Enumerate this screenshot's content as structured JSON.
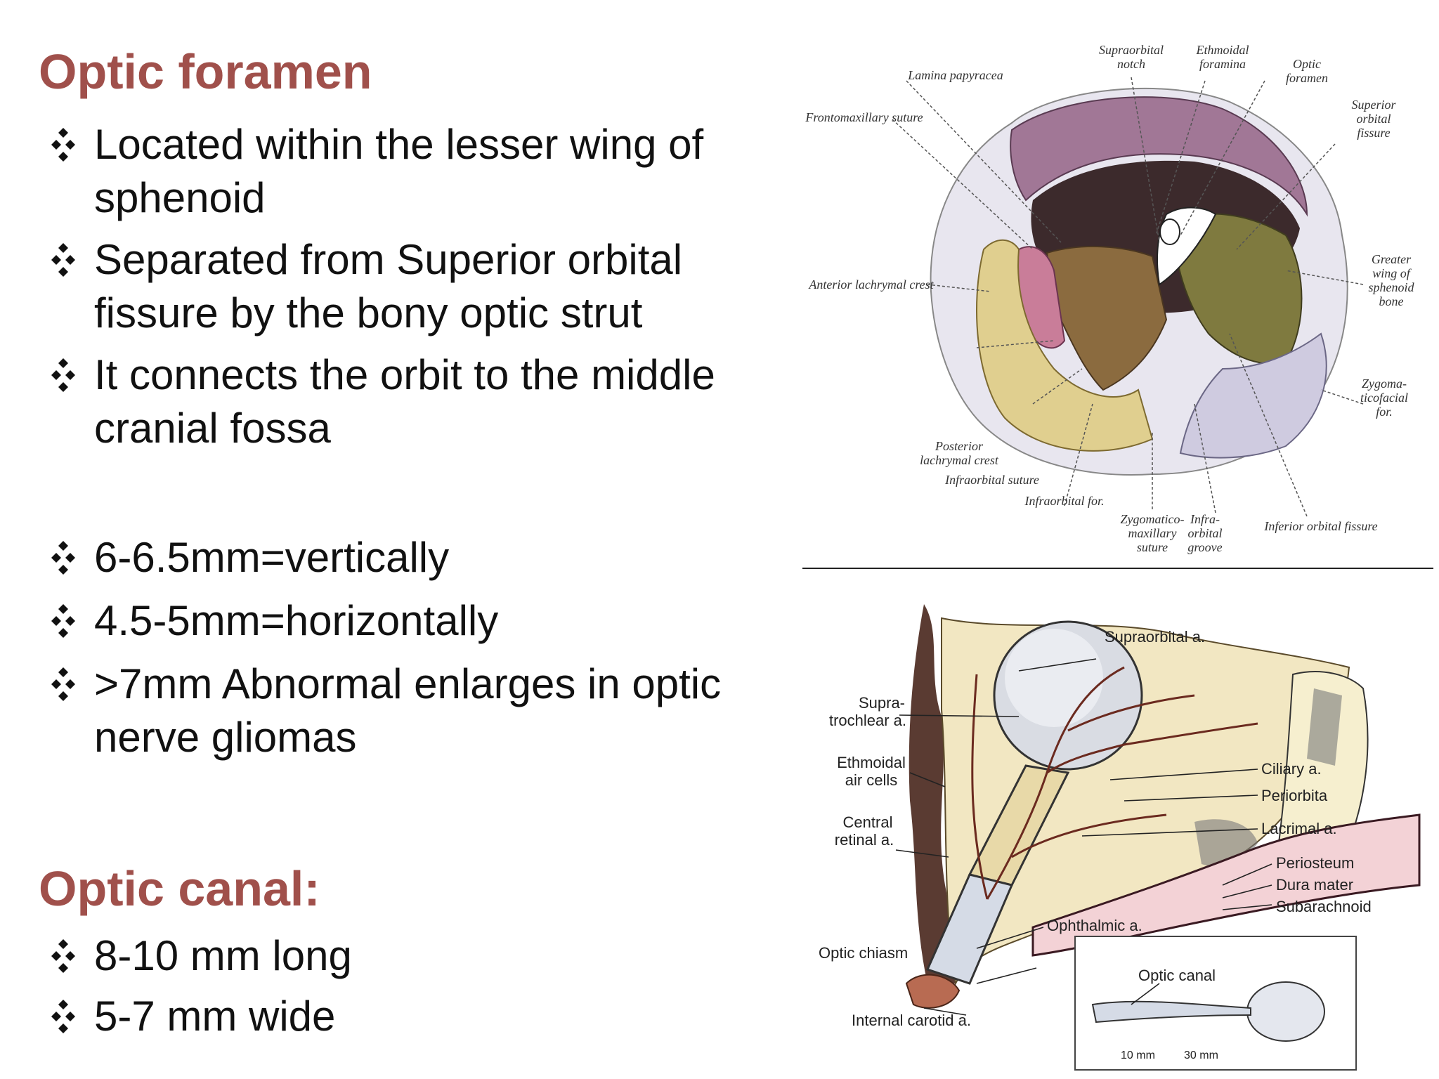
{
  "section1": {
    "title": "Optic foramen",
    "bullets_a": [
      "Located within the lesser wing of sphenoid",
      "Separated from Superior orbital fissure by the bony optic strut",
      "It connects the orbit to the middle cranial fossa"
    ],
    "bullets_b": [
      "6-6.5mm=vertically",
      "4.5-5mm=horizontally",
      ">7mm Abnormal enlarges in optic nerve gliomas"
    ]
  },
  "section2": {
    "title": "Optic canal:",
    "bullets": [
      "8-10 mm long",
      "5-7 mm wide"
    ]
  },
  "figure_top": {
    "labels": {
      "supraorbital_notch": "Supraorbital notch",
      "ethmoidal_foramina": "Ethmoidal foramina",
      "optic_foramen": "Optic foramen",
      "lamina_papyracea": "Lamina papyracea",
      "frontomaxillary_suture": "Frontomaxillary suture",
      "superior_orbital_fissure": "Superior orbital fissure",
      "greater_wing": "Greater wing of sphenoid bone",
      "anterior_lachrymal_crest": "Anterior lachrymal crest",
      "zygomaticofacial": "Zygoma-ticofacial for.",
      "posterior_lachrymal_crest": "Posterior lachrymal crest",
      "infraorbital_suture": "Infraorbital suture",
      "infraorbital_for": "Infraorbital for.",
      "zygomatico_maxillary": "Zygomatico-maxillary suture",
      "infraorbital_groove": "Infra-orbital groove",
      "inferior_orbital_fissure": "Inferior orbital fissure"
    }
  },
  "figure_bottom": {
    "labels": {
      "supraorbital_a": "Supraorbital a.",
      "supratrochlear_a": "Supra-trochlear a.",
      "ethmoidal_air_cells": "Ethmoidal air cells",
      "ciliary_a": "Ciliary a.",
      "periorbita": "Periorbita",
      "lacrimal_a": "Lacrimal a.",
      "central_retinal_a": "Central retinal a.",
      "periosteum": "Periosteum",
      "dura_mater": "Dura mater",
      "subarachnoid": "Subarachnoid",
      "ophthalmic_a": "Ophthalmic a.",
      "optic_chiasm": "Optic chiasm",
      "internal_carotid_a": "Internal carotid a.",
      "optic_canal": "Optic canal",
      "scale_10mm": "10 mm",
      "scale_30mm": "30 mm"
    }
  }
}
